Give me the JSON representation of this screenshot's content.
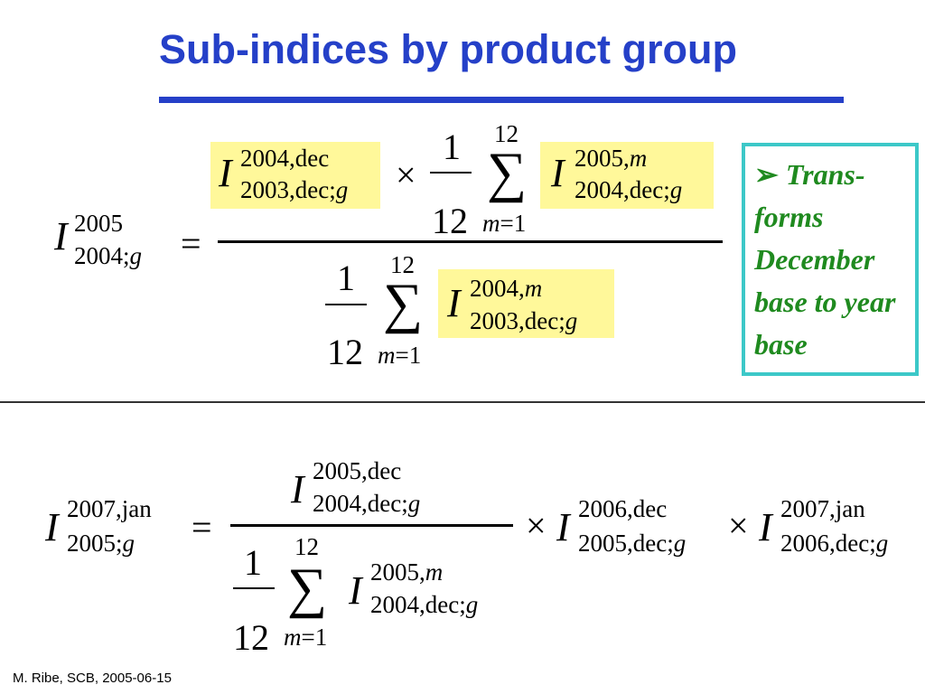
{
  "title": "Sub-indices by product group",
  "note": {
    "bullet": "➢",
    "text": "Trans-forms December base to year base"
  },
  "footer": "M. Ribe, SCB,  2005-06-15",
  "formula1": {
    "lhs": {
      "sym": "I",
      "sup": "2005",
      "sub_pre": "2004",
      "sub_sep": ";",
      "sub_g": "g"
    },
    "eq": "=",
    "num_term1": {
      "sym": "I",
      "sup": "2004,dec",
      "sub_pre": "2003,dec;",
      "sub_g": "g"
    },
    "times": "×",
    "frac_one": "1",
    "frac_twelve": "12",
    "sum_top": "12",
    "sum_sym": "∑",
    "sum_bottom_m": "m",
    "sum_bottom_rest": "=1",
    "num_term2": {
      "sym": "I",
      "sup_pre": "2005,",
      "sup_m": "m",
      "sub_pre": "2004,dec;",
      "sub_g": "g"
    },
    "den_term": {
      "sym": "I",
      "sup_pre": "2004,",
      "sup_m": "m",
      "sub_pre": "2003,dec;",
      "sub_g": "g"
    }
  },
  "formula2": {
    "lhs": {
      "sym": "I",
      "sup": "2007,jan",
      "sub_pre": "2005;",
      "sub_g": "g"
    },
    "eq": "=",
    "num_term": {
      "sym": "I",
      "sup": "2005,dec",
      "sub_pre": "2004,dec;",
      "sub_g": "g"
    },
    "den_term": {
      "sym": "I",
      "sup_pre": "2005,",
      "sup_m": "m",
      "sub_pre": "2004,dec;",
      "sub_g": "g"
    },
    "times": "×",
    "term2": {
      "sym": "I",
      "sup": "2006,dec",
      "sub_pre": "2005,dec;",
      "sub_g": "g"
    },
    "term3": {
      "sym": "I",
      "sup": "2007,jan",
      "sub_pre": "2006,dec;",
      "sub_g": "g"
    }
  },
  "colors": {
    "title": "#2540c8",
    "highlight": "#fff89a",
    "note_border": "#3cc8c8",
    "note_text": "#1f8a1f"
  }
}
